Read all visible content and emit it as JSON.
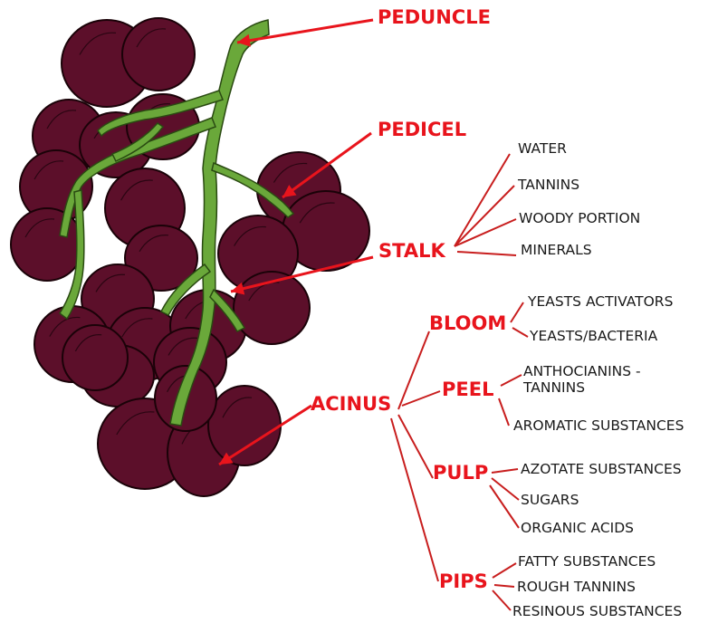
{
  "diagram": {
    "main_labels": {
      "peduncle": "PEDUNCLE",
      "pedicel": "PEDICEL",
      "stalk": "STALK",
      "acinus": "ACINUS"
    },
    "acinus_parts": {
      "bloom": "BLOOM",
      "peel": "PEEL",
      "pulp": "PULP",
      "pips": "PIPS"
    },
    "stalk_components": [
      "WATER",
      "TANNINS",
      "WOODY PORTION",
      "MINERALS"
    ],
    "bloom_components": [
      "YEASTS ACTIVATORS",
      "YEASTS/BACTERIA"
    ],
    "peel_components": [
      "ANTHOCIANINS - TANNINS",
      "AROMATIC SUBSTANCES"
    ],
    "pulp_components": [
      "AZOTATE SUBSTANCES",
      "SUGARS",
      "ORGANIC ACIDS"
    ],
    "pips_components": [
      "FATTY SUBSTANCES",
      "ROUGH TANNINS",
      "RESINOUS SUBSTANCES"
    ]
  },
  "colors": {
    "grape_fill": "#5c0f2a",
    "grape_outline": "#1a0208",
    "stem_fill": "#6aa83a",
    "stem_outline": "#2a4a12",
    "label_red": "#e8141c",
    "connector_red": "#c81e1e",
    "text_dark": "#1a1a1a"
  }
}
